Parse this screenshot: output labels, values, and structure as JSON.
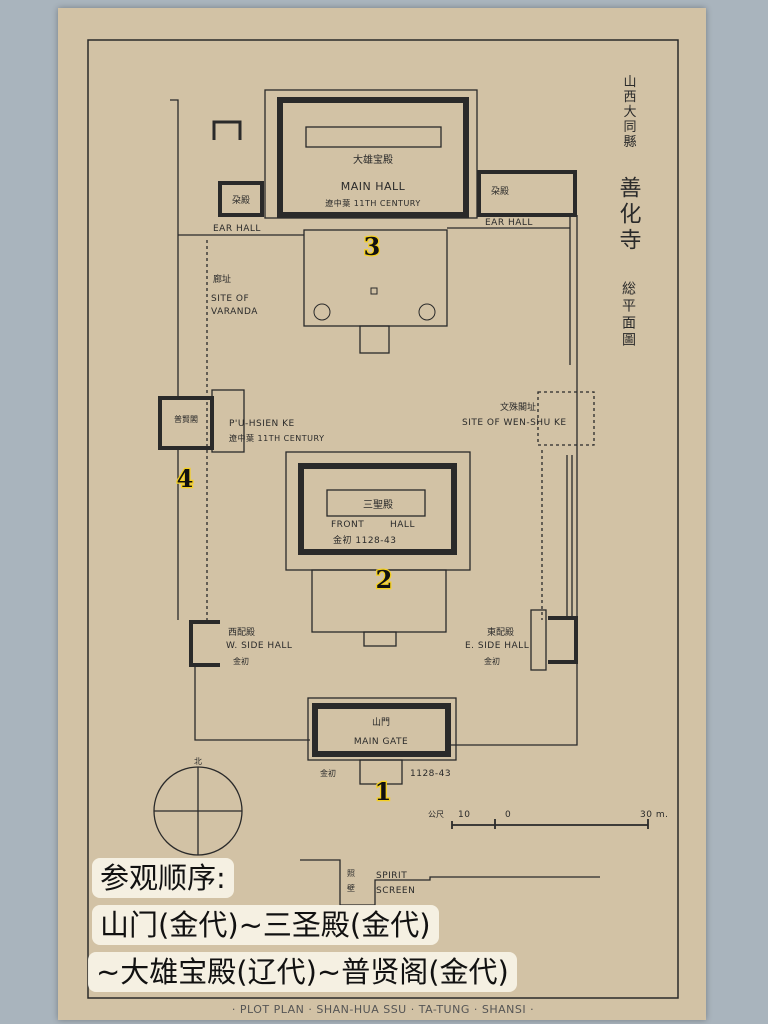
{
  "title_vertical": {
    "location": "山西大同縣",
    "name": "善化寺",
    "subtitle": "総平面圖"
  },
  "buildings": {
    "main_hall": {
      "cn": "大雄宝殿",
      "en": "MAIN HALL",
      "date": "遼中葉 11TH CENTURY",
      "marker": "3"
    },
    "ear_hall_w": {
      "cn": "朶殿",
      "en": "EAR HALL"
    },
    "ear_hall_e": {
      "cn": "朶殿",
      "en": "EAR HALL"
    },
    "veranda": {
      "cn": "廊址",
      "en1": "SITE OF",
      "en2": "VARANDA"
    },
    "puhsien": {
      "cn": "普賢閣",
      "en": "P'U-HSIEN KE",
      "date": "遼中葉 11TH CENTURY",
      "marker": "4"
    },
    "wenshu": {
      "cn": "文殊閣址",
      "en": "SITE OF WEN-SHU KE"
    },
    "front_hall": {
      "cn": "三聖殿",
      "en1": "FRONT",
      "en2": "HALL",
      "date": "金初 1128-43",
      "marker": "2"
    },
    "w_side_hall": {
      "cn": "西配殿",
      "en": "W. SIDE HALL",
      "date": "金初"
    },
    "e_side_hall": {
      "cn": "東配殿",
      "en": "E. SIDE HALL",
      "date": "金初"
    },
    "main_gate": {
      "cn": "山門",
      "en": "MAIN GATE",
      "date_l": "金初",
      "date_r": "1128-43",
      "marker": "1"
    },
    "spirit_screen": {
      "cn1": "照",
      "cn2": "壁",
      "en1": "SPIRIT",
      "en2": "SCREEN"
    }
  },
  "compass": {
    "north": "北"
  },
  "scale": {
    "unit": "公尺",
    "t1": "10",
    "t2": "0",
    "t3": "30 m."
  },
  "footer_title": "· PLOT PLAN · SHAN-HUA SSU · TA-TUNG · SHANSI ·",
  "overlay": {
    "line1": "参观顺序:",
    "line2": "山门(金代)~三圣殿(金代)",
    "line3": "~大雄宝殿(辽代)~普贤阁(金代)"
  },
  "colors": {
    "paper": "#d2c2a5",
    "ink": "#2a2a2a",
    "marker": "#f5d020"
  }
}
